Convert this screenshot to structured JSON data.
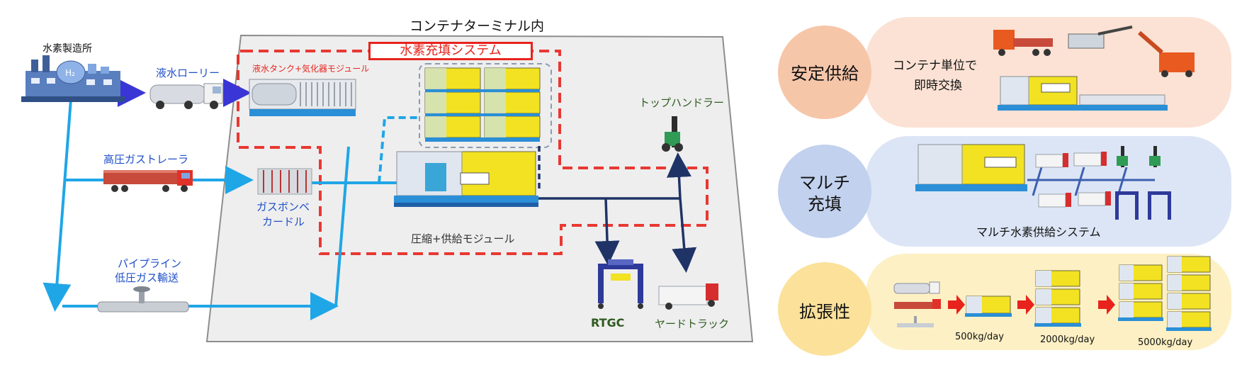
{
  "terminal_title": "コンテナターミナル内",
  "system_title": "水素充填システム",
  "sources": {
    "factory": "水素製造所",
    "liquid_lorry": "液水ローリー",
    "hp_trailer": "高圧ガストレーラ",
    "pipeline_line1": "パイプライン",
    "pipeline_line2": "低圧ガス輸送"
  },
  "modules": {
    "liquid_tank": "液水タンク+気化器モジュール",
    "cradle_line1": "ガスボンベ",
    "cradle_line2": "カードル",
    "compression": "圧縮+供給モジュール",
    "top_handler": "トップハンドラー",
    "rtgc": "RTGC",
    "yard_truck": "ヤードトラック"
  },
  "panels": [
    {
      "label": "安定供給",
      "desc_line1": "コンテナ単位で",
      "desc_line2": "即時交換"
    },
    {
      "label_line1": "マルチ",
      "label_line2": "充填",
      "desc": "マルチ水素供給システム"
    },
    {
      "label": "拡張性",
      "steps": [
        "500kg/day",
        "2000kg/day",
        "5000kg/day"
      ]
    }
  ],
  "colors": {
    "pipe_blue": "#1fa6e6",
    "arrow_navy": "#1f3366",
    "system_red": "#e8231d",
    "panel1_bg": "#fbe2d4",
    "panel1_circle": "#f6c6a9",
    "panel2_bg": "#dce5f5",
    "panel2_circle": "#c2d1ee",
    "panel3_bg": "#fdf0c4",
    "panel3_circle": "#fbe19a"
  }
}
